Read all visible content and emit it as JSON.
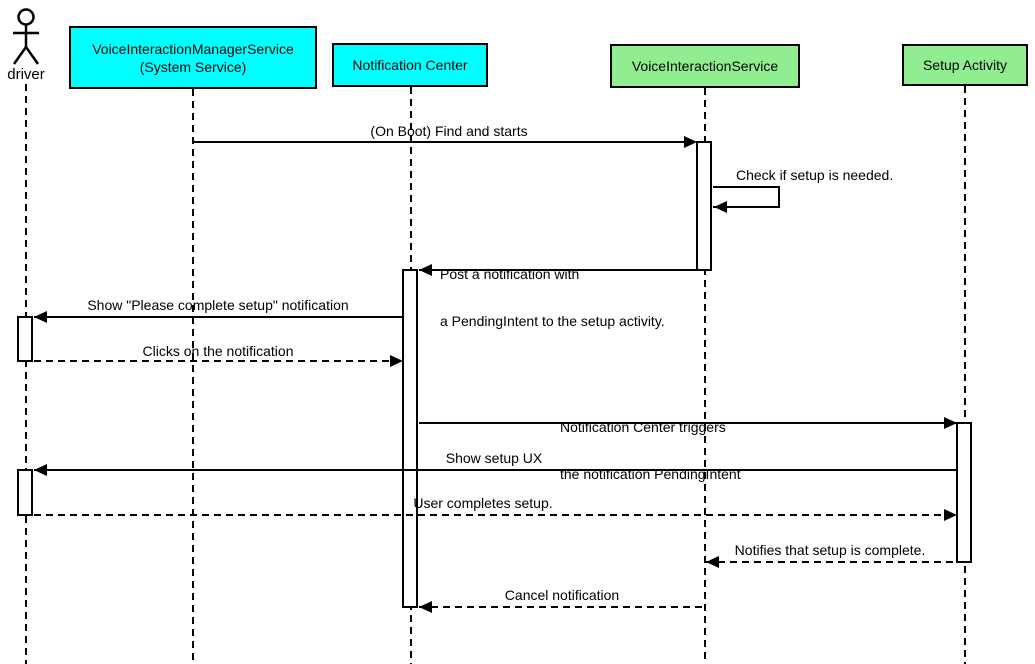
{
  "participants": {
    "driver": {
      "label": "driver",
      "type": "actor"
    },
    "manager_service": {
      "line1": "VoiceInteractionManagerService",
      "line2": "(System Service)",
      "color": "#00ffff"
    },
    "notification_center": {
      "label": "Notification Center",
      "color": "#00ffff"
    },
    "voice_interaction_service": {
      "label": "VoiceInteractionService",
      "color": "#90ee90"
    },
    "setup_activity": {
      "label": "Setup Activity",
      "color": "#90ee90"
    }
  },
  "messages": {
    "on_boot_find": {
      "label": "(On Boot) Find and starts",
      "from": "manager_service",
      "to": "voice_interaction_service",
      "line_style": "solid"
    },
    "check_setup": {
      "label": "Check if setup is needed.",
      "from": "voice_interaction_service",
      "to": "voice_interaction_service",
      "line_style": "solid"
    },
    "post_notification": {
      "line1": "Post a notification with",
      "line2": "a PendingIntent to the setup activity.",
      "from": "voice_interaction_service",
      "to": "notification_center",
      "line_style": "solid"
    },
    "show_setup_notification": {
      "label": "Show \"Please complete setup\" notification",
      "from": "notification_center",
      "to": "driver",
      "line_style": "solid"
    },
    "clicks_notification": {
      "label": "Clicks on the notification",
      "from": "driver",
      "to": "notification_center",
      "line_style": "dashed"
    },
    "trigger_pending_intent": {
      "line1": "Notification Center triggers",
      "line2": "the notification PendingIntent",
      "from": "notification_center",
      "to": "setup_activity",
      "line_style": "solid"
    },
    "show_setup_ux": {
      "label": "Show setup UX",
      "from": "setup_activity",
      "to": "driver",
      "line_style": "solid"
    },
    "user_completes_setup": {
      "label": "User completes setup.",
      "from": "driver",
      "to": "setup_activity",
      "line_style": "dashed"
    },
    "notifies_setup_complete": {
      "label": "Notifies that setup is complete.",
      "from": "setup_activity",
      "to": "voice_interaction_service",
      "line_style": "dashed"
    },
    "cancel_notification": {
      "label": "Cancel notification",
      "from": "voice_interaction_service",
      "to": "notification_center",
      "line_style": "dashed"
    }
  },
  "colors": {
    "box_cyan": "#00ffff",
    "box_green": "#90ee90",
    "line": "#000000",
    "background": "#ffffff"
  }
}
